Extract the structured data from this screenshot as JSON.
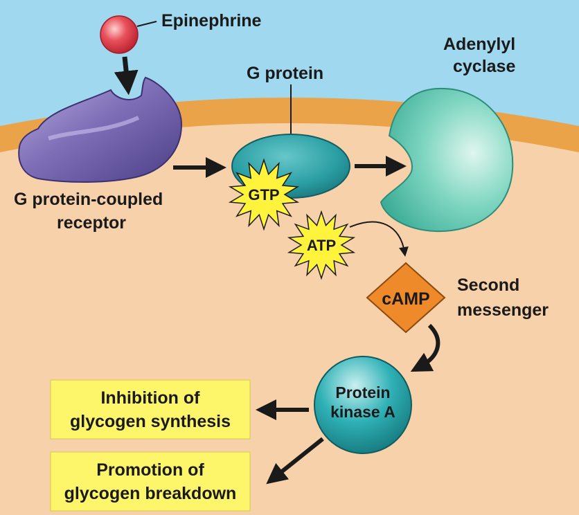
{
  "labels": {
    "epinephrine": "Epinephrine",
    "g_protein": "G protein",
    "adenylyl_cyclase_line1": "Adenylyl",
    "adenylyl_cyclase_line2": "cyclase",
    "receptor_line1": "G protein-coupled",
    "receptor_line2": "receptor",
    "gtp": "GTP",
    "atp": "ATP",
    "camp": "cAMP",
    "second_messenger_line1": "Second",
    "second_messenger_line2": "messenger",
    "pka_line1": "Protein",
    "pka_line2": "kinase A"
  },
  "outcomes": [
    {
      "line1": "Inhibition of",
      "line2": "glycogen synthesis"
    },
    {
      "line1": "Promotion of",
      "line2": "glycogen breakdown"
    }
  ],
  "colors": {
    "extracellular": "#9fd8ef",
    "membrane": "#eaa349",
    "cytoplasm": "#f7d1a9",
    "receptor": "#8272b8",
    "g_protein": "#2a9ea3",
    "adenylyl_cyclase": "#5fc8b1",
    "burst": "#fff33b",
    "camp": "#ee8a2a",
    "protein_kinase_a": "#2fb1b6",
    "outcome_box": "#fdf56a",
    "epinephrine": "#e8505a"
  }
}
